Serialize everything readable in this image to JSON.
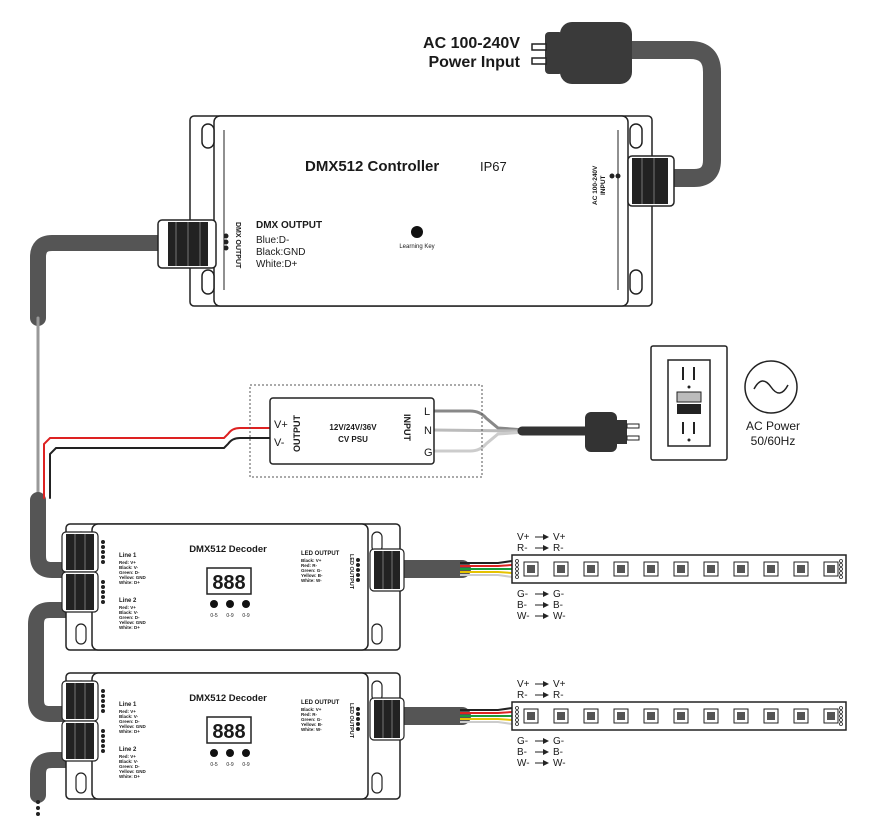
{
  "power_input": {
    "line1": "AC 100-240V",
    "line2": "Power Input"
  },
  "controller": {
    "title": "DMX512 Controller",
    "rating": "IP67",
    "input_side_label": "AC 100-240V",
    "input_side_label2": "INPUT",
    "output_side_label": "DMX OUTPUT",
    "output_heading": "DMX OUTPUT",
    "wires": [
      "Blue:D-",
      "Black:GND",
      "White:D+"
    ],
    "learning_key": "Learning Key"
  },
  "psu": {
    "line1": "12V/24V/36V",
    "line2": "CV PSU",
    "output_label": "OUTPUT",
    "input_label": "INPUT",
    "vplus": "V+",
    "vminus": "V-",
    "l": "L",
    "n": "N",
    "g": "G"
  },
  "ac_power": {
    "line1": "AC Power",
    "line2": "50/60Hz"
  },
  "decoder": {
    "title": "DMX512 Decoder",
    "display": "888",
    "line1_heading": "Line 1",
    "line2_heading": "Line 2",
    "line_wires": [
      "Red: V+",
      "Black: V-",
      "Green: D-",
      "Yellow: GND",
      "White: D+"
    ],
    "led_output_heading": "LED OUTPUT",
    "led_wires": [
      "Black: V+",
      "Red: R-",
      "Green: G-",
      "Yellow: B-",
      "White: W-"
    ],
    "led_side_label": "LED OUTPUT",
    "buttons": [
      "0-5",
      "0-9",
      "0-9"
    ]
  },
  "strip_mapping": {
    "top": [
      [
        "V+",
        "V+"
      ],
      [
        "R-",
        "R-"
      ]
    ],
    "bottom": [
      [
        "G-",
        "G-"
      ],
      [
        "B-",
        "B-"
      ],
      [
        "W-",
        "W-"
      ]
    ]
  }
}
